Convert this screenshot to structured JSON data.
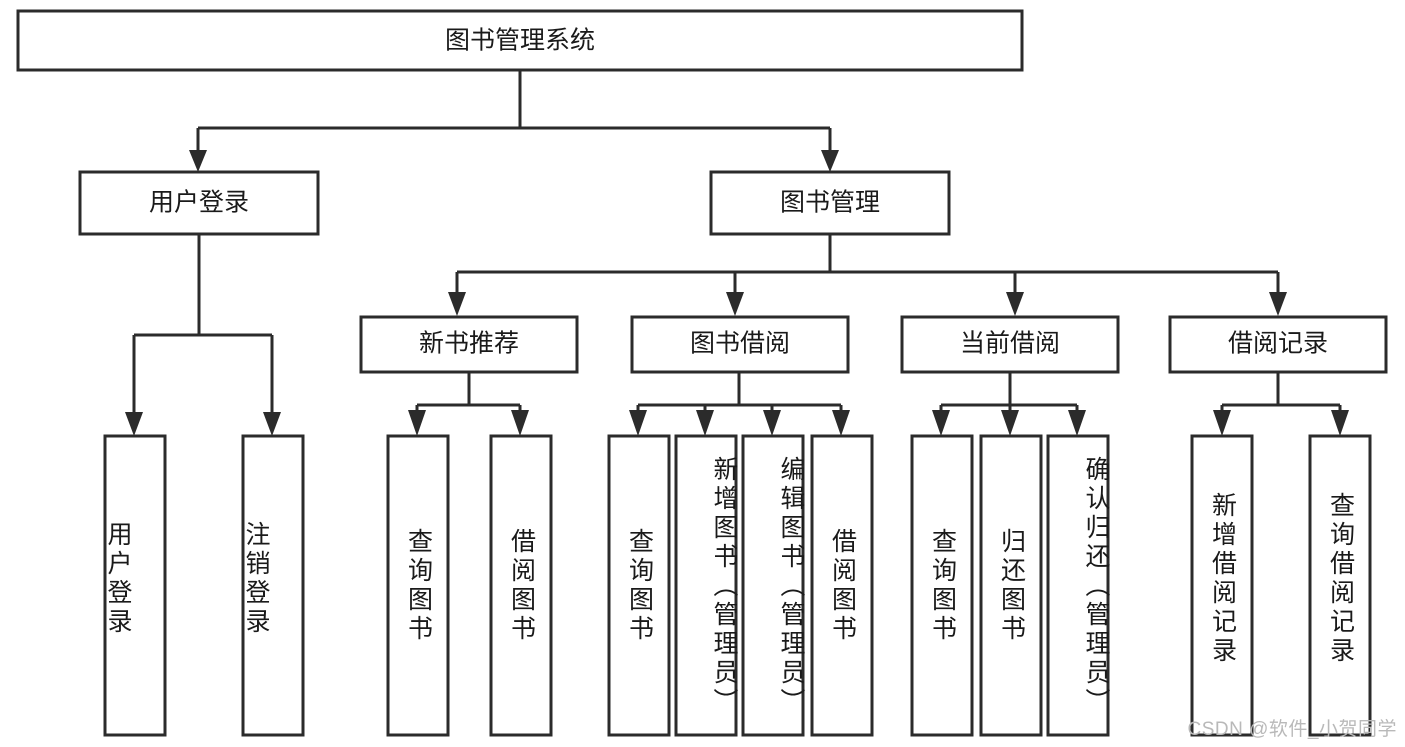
{
  "diagram": {
    "title": "图书管理系统",
    "type": "tree-hierarchy",
    "watermark": "CSDN @软件_小贺同学",
    "colors": {
      "stroke": "#2b2b2b",
      "fill": "#ffffff",
      "text": "#1a1a1a",
      "watermark": "#b9b9b9"
    },
    "nodes": {
      "root": {
        "label": "图书管理系统"
      },
      "level2": [
        {
          "id": "user-login",
          "label": "用户登录"
        },
        {
          "id": "book-management",
          "label": "图书管理"
        }
      ],
      "level3": [
        {
          "id": "new-book-recommend",
          "label": "新书推荐"
        },
        {
          "id": "book-borrow",
          "label": "图书借阅"
        },
        {
          "id": "current-borrow",
          "label": "当前借阅"
        },
        {
          "id": "borrow-record",
          "label": "借阅记录"
        }
      ],
      "leaves": {
        "user_login": [
          {
            "id": "leaf-user-login",
            "label": "用户登录"
          },
          {
            "id": "leaf-logout",
            "label": "注销登录"
          }
        ],
        "new_book_recommend": [
          {
            "id": "leaf-query-book-1",
            "label": "查询图书"
          },
          {
            "id": "leaf-borrow-book-1",
            "label": "借阅图书"
          }
        ],
        "book_borrow": [
          {
            "id": "leaf-query-book-2",
            "label": "查询图书"
          },
          {
            "id": "leaf-add-book",
            "label": "新增图书（管理员）"
          },
          {
            "id": "leaf-edit-book",
            "label": "编辑图书（管理员）"
          },
          {
            "id": "leaf-borrow-book-2",
            "label": "借阅图书"
          }
        ],
        "current_borrow": [
          {
            "id": "leaf-query-book-3",
            "label": "查询图书"
          },
          {
            "id": "leaf-return-book",
            "label": "归还图书"
          },
          {
            "id": "leaf-confirm-return",
            "label": "确认归还（管理员）"
          }
        ],
        "borrow_record": [
          {
            "id": "leaf-add-record",
            "label": "新增借阅记录"
          },
          {
            "id": "leaf-query-record",
            "label": "查询借阅记录"
          }
        ]
      }
    }
  }
}
